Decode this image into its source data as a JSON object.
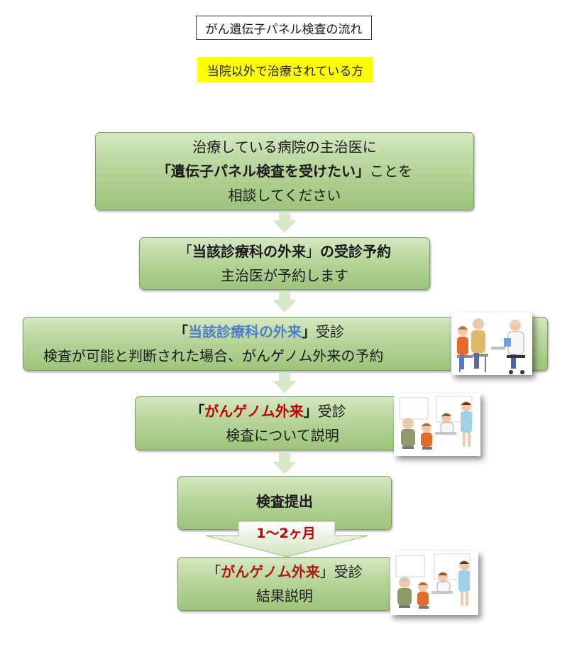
{
  "title": "がん遺伝子パネル検査の流れ",
  "subtitle": "当院以外で治療されている方",
  "steps": [
    {
      "line1": "治療している病院の主治医に",
      "line2_open": "「",
      "line2_emph": "遺伝子パネル検査を受けたい",
      "line2_close": "」",
      "line2_tail": "ことを",
      "line3": "相談してください"
    },
    {
      "line1_open": "「",
      "line1_emph": "当該診療科の外来",
      "line1_close": "」",
      "line1_tail": "の受診予約",
      "line2": "主治医が予約します"
    },
    {
      "line1_open": "「",
      "line1_emph": "当該診療科の外来",
      "line1_close": "」",
      "line1_tail": "受診",
      "line2": "検査が可能と判断された場合、がんゲノム外来の予約"
    },
    {
      "line1_open": "「",
      "line1_emph": "がんゲノム外来",
      "line1_close": "」",
      "line1_tail": "受診",
      "line2": "検査について説明"
    },
    {
      "line1": "検査提出"
    },
    {
      "line1_open": "「",
      "line1_emph": "がんゲノム外来",
      "line1_close": "」",
      "line1_tail": "受診",
      "line2": "結果説明"
    }
  ],
  "period": "1〜2ヶ月",
  "colors": {
    "highlight": "#ffff00",
    "box_green": "#b7d59a",
    "emph_blue": "#4f7ec8",
    "emph_red": "#c00000"
  }
}
